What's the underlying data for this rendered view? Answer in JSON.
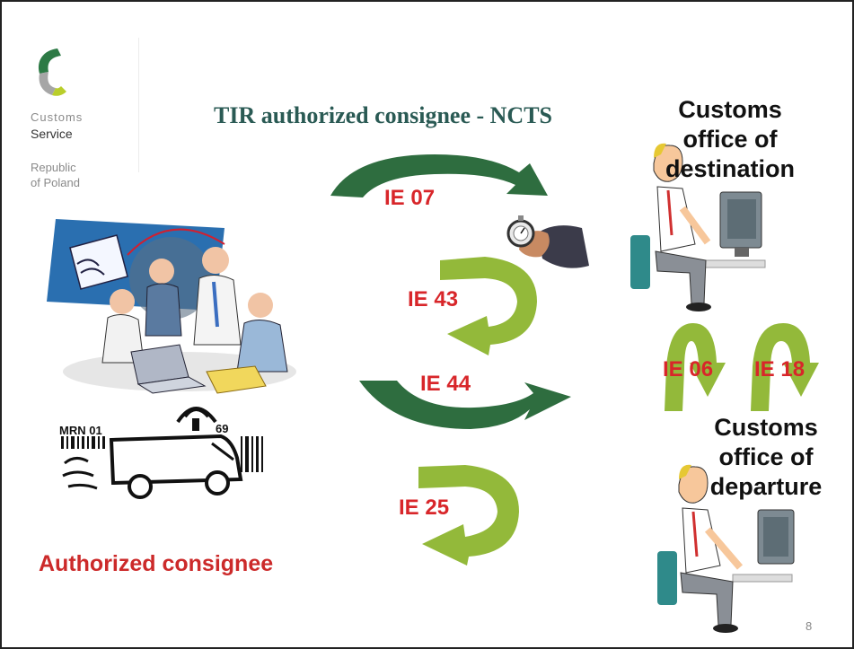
{
  "logo": {
    "line1": "Customs",
    "line2": "Service",
    "line3": "Republic\nof Poland",
    "colors": {
      "dark": "#2d7a45",
      "light": "#b9ce2b",
      "gray": "#a6a6a6"
    }
  },
  "title": "TIR authorized consignee - NCTS",
  "destination_office": {
    "line1": "Customs",
    "line2": "office of",
    "line3": "destination"
  },
  "departure_office": {
    "line1": "Customs",
    "line2": "office of",
    "line3": "departure"
  },
  "messages": {
    "ie07": "IE 07",
    "ie43": "IE 43",
    "ie44": "IE 44",
    "ie25": "IE 25",
    "ie06": "IE 06",
    "ie18": "IE 18"
  },
  "truck": {
    "mrn_text": "MRN 01",
    "digits": "69"
  },
  "authorized_consignee": "Authorized consignee",
  "page_number": "8",
  "colors": {
    "arrow_dark": "#2e6d3f",
    "arrow_light": "#93b93a",
    "message_red": "#d8262a",
    "title_green": "#2a5a54"
  }
}
